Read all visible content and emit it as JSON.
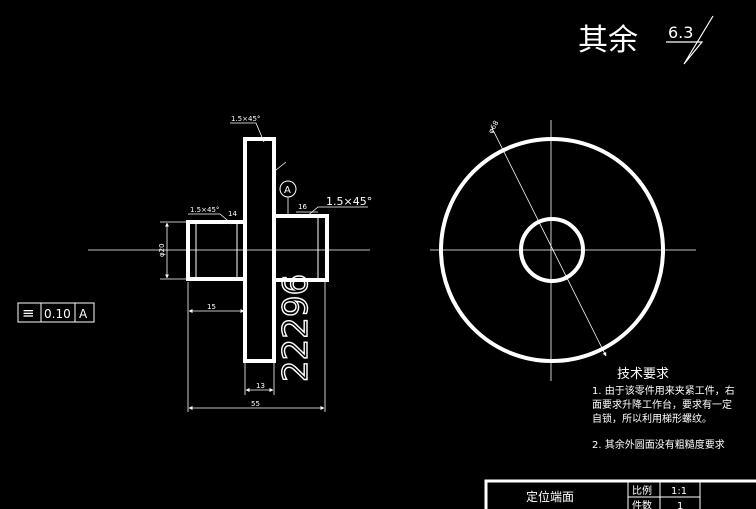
{
  "roughness": {
    "label": "其余",
    "value": "6.3"
  },
  "annotations": {
    "chamfer_top": "1.5×45°",
    "chamfer_left": "1.5×45°",
    "chamfer_right": "1.5×45°",
    "datum": "A",
    "dim_16": "16",
    "dim_phi20": "φ20",
    "dim_15": "15",
    "dim_13": "13",
    "dim_55": "55",
    "part_number": "22296",
    "dim_diameter": "φ68",
    "dim_side": "14"
  },
  "tolerance": {
    "symbol": "≡",
    "value": "0.10",
    "datum": "A"
  },
  "tech_requirements": {
    "title": "技术要求",
    "line1": "1. 由于该零件用来夹紧工件，右",
    "line2": "面要求升降工作台，要求有一定",
    "line3": "自锁，所以利用梯形螺纹。",
    "line4": "2. 其余外圆面没有粗糙度要求"
  },
  "title_block": {
    "part_name": "定位端面",
    "scale_label": "比例",
    "scale_value": "1:1",
    "quantity_label": "件数",
    "quantity_value": "1"
  }
}
